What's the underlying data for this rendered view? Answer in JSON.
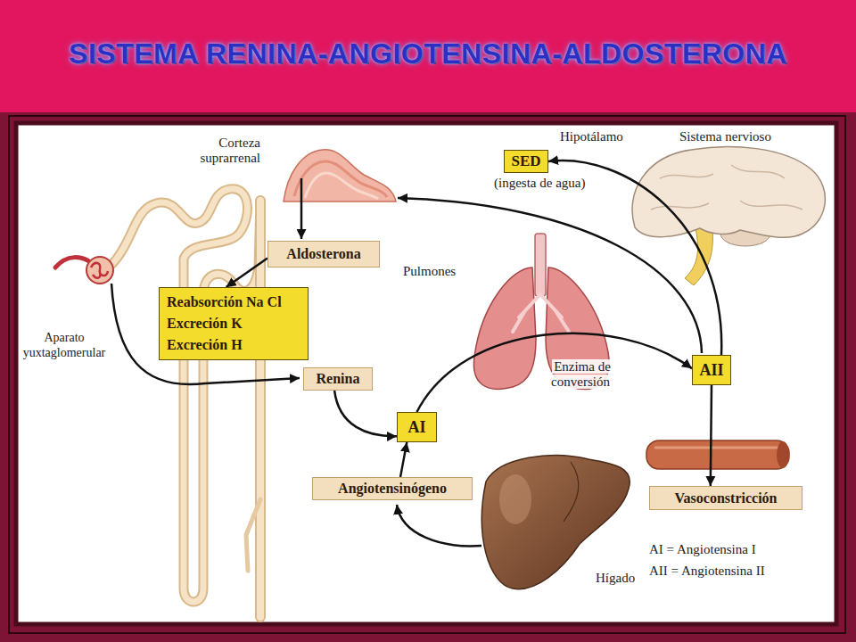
{
  "diagram": {
    "title": "SISTEMA RENINA-ANGIOTENSINA-ALDOSTERONA",
    "nodes": [
      {
        "text": [
          "SED",
          "(ingesta de agua)"
        ]
      },
      {
        "text": [
          "Aldosterona"
        ]
      },
      {
        "text": [
          "Reabsorción Na Cl",
          "Excreción K",
          "Excreción H"
        ]
      },
      {
        "text": [
          "AII"
        ]
      },
      {
        "text": [
          "Renina"
        ]
      },
      {
        "text": [
          "AI"
        ]
      },
      {
        "text": [
          "Angiotensinógeno"
        ]
      },
      {
        "text": [
          "Vasoconstricción"
        ]
      }
    ],
    "edges": [
      {
        "from": 1,
        "to": 2,
        "arrow": "to"
      },
      {
        "from": 4,
        "to": 5,
        "arrow": "to"
      },
      {
        "from": 6,
        "to": 5,
        "arrow": "to"
      },
      {
        "from": 5,
        "to": 3,
        "arrow": "to"
      },
      {
        "from": 3,
        "to": 7,
        "arrow": "to"
      },
      {
        "from": 3,
        "to": 0,
        "arrow": "to"
      }
    ],
    "labels": [
      "Corteza suprarrenal",
      "Hipotálamo",
      "Sistema nervioso",
      "Pulmones",
      "Enzima de conversión",
      "Aparato yuxtaglomerular",
      "Hígado",
      "AI = Angiotensina I",
      "AII = Angiotensina II"
    ]
  }
}
